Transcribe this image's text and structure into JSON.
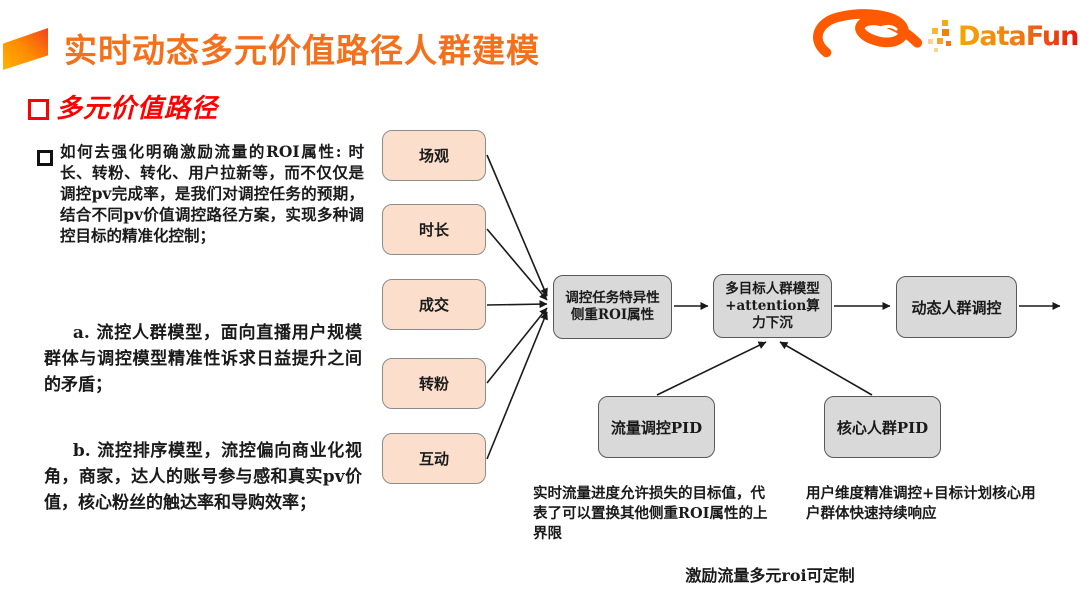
{
  "header": {
    "title": "实时动态多元价值路径人群建模",
    "brand_wordmark": "DataFun."
  },
  "section": {
    "title": "多元价值路径"
  },
  "left_panel": {
    "intro": "如何去强化明确激励流量的ROI属性: 时长、转粉、转化、用户拉新等，而不仅仅是调控pv完成率，是我们对调控任务的预期，结合不同pv价值调控路径方案，实现多种调控目标的精准化控制；",
    "para_a": "a. 流控人群模型，面向直播用户规模群体与调控模型精准性诉求日益提升之间的矛盾；",
    "para_b": "b. 流控排序模型，流控偏向商业化视角，商家，达人的账号参与感和真实pv价值，核心粉丝的触达率和导购效率；"
  },
  "diagram": {
    "sources": [
      "场观",
      "时长",
      "成交",
      "转粉",
      "互动"
    ],
    "stage_roi": "调控任务特异性侧重ROI属性",
    "stage_model": "多目标人群模型+attention算力下沉",
    "stage_control": "动态人群调控",
    "pid_traffic": "流量调控PID",
    "pid_core": "核心人群PID",
    "annotation_left": "实时流量进度允许损失的目标值，代表了可以置换其他侧重ROI属性的上界限",
    "annotation_right": "用户维度精准调控+目标计划核心用户群体快速持续响应",
    "caption": "激励流量多元roi可定制"
  },
  "colors": {
    "title_orange": "#F4701A",
    "section_red": "#FF0000",
    "source_box_fill": "#FBDFCC",
    "stage_box_fill": "#D9D9D9",
    "box_border": "#595959",
    "alibaba_orange": "#FF5A00",
    "datafun_orange": "#F08300",
    "datafun_red": "#E60012"
  }
}
